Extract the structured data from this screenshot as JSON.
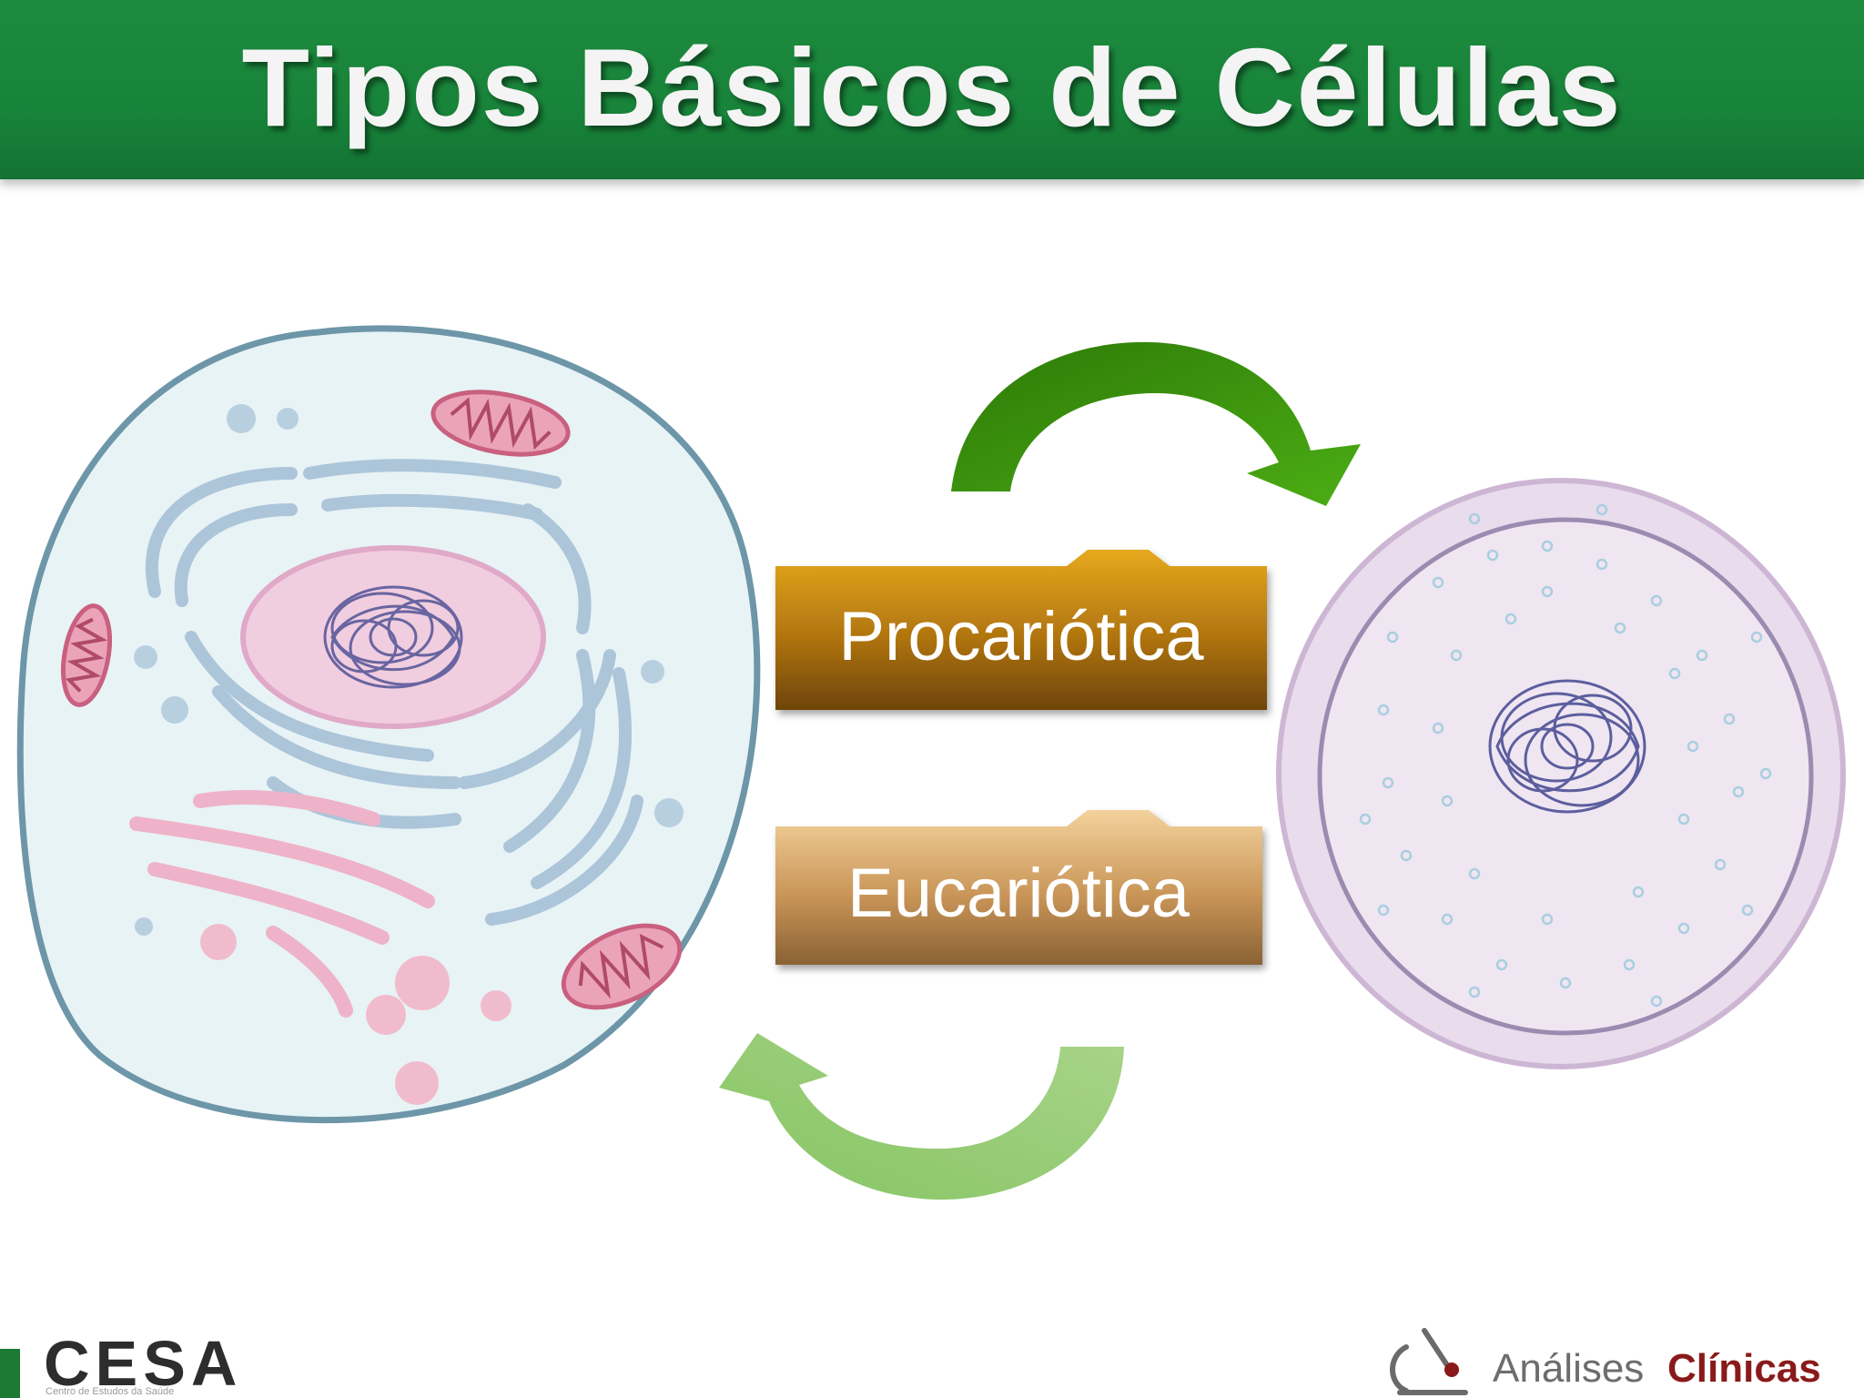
{
  "slide": {
    "title": "Tipos Básicos de Células"
  },
  "labels": {
    "prokaryotic": "Procariótica",
    "eukaryotic": "Eucariótica"
  },
  "footer": {
    "left_logo_text": "CESA",
    "left_logo_subtext": "Centro de Estudos da Saúde",
    "right_logo_text_a": "Análises",
    "right_logo_text_b": "Clínicas"
  },
  "colors": {
    "title_bar": "#1e8a3e",
    "prokaryotic_box": "#b8780c",
    "eukaryotic_box": "#c9975a",
    "arrow_top": "#3d9a10",
    "arrow_bottom": "#9ccf7a",
    "eukaryotic_cell_fill": "#e8f3f6",
    "prokaryotic_cell_fill": "#e9dcec"
  }
}
